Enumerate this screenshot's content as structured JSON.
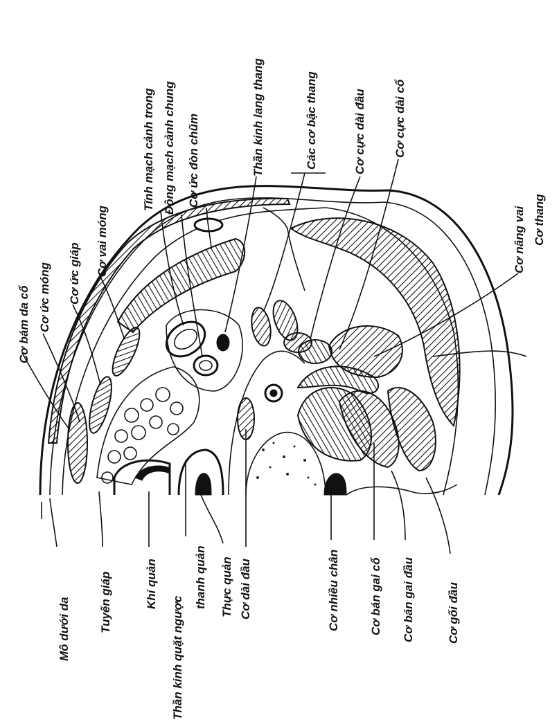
{
  "labels": {
    "mo_duoi_da": "Mô dưới da",
    "tuyen_giap": "Tuyến giáp",
    "khi_quan": "Khí quản",
    "than_kinh_quat_nguoc_1": "Thần kinh quặt ngược",
    "than_kinh_quat_nguoc_2": "thanh quản",
    "thuc_quan": "Thực quản",
    "co_dai_dau": "Cơ dài đầu",
    "co_nhieu_chan": "Cơ nhiều chân",
    "co_ban_gai_co": "Cơ bán gai cổ",
    "co_ban_gai_dau": "Cơ bán gai đầu",
    "co_goi_dau": "Cơ gối đầu",
    "co_bam_da_co": "Cơ bám da cổ",
    "co_uc_mong": "Cơ ức móng",
    "co_uc_giap": "Cơ ức giáp",
    "co_vai_mong": "Cơ vai móng",
    "tinh_mach_canh_trong": "Tĩnh mạch cảnh trong",
    "dong_mach_canh_chung": "Động mạch cảnh chung",
    "co_uc_don_chum": "Cơ ức đòn chũm",
    "than_kinh_lang_thang": "Thần kinh lang thang",
    "cac_co_bac_thang": "Các cơ bậc thang",
    "co_cuc_dai_dau": "Cơ cực dài đầu",
    "co_cuc_dai_co": "Cơ cực dài cổ",
    "co_nang_vai": "Cơ nâng vai",
    "co_thang": "Cơ thang"
  }
}
